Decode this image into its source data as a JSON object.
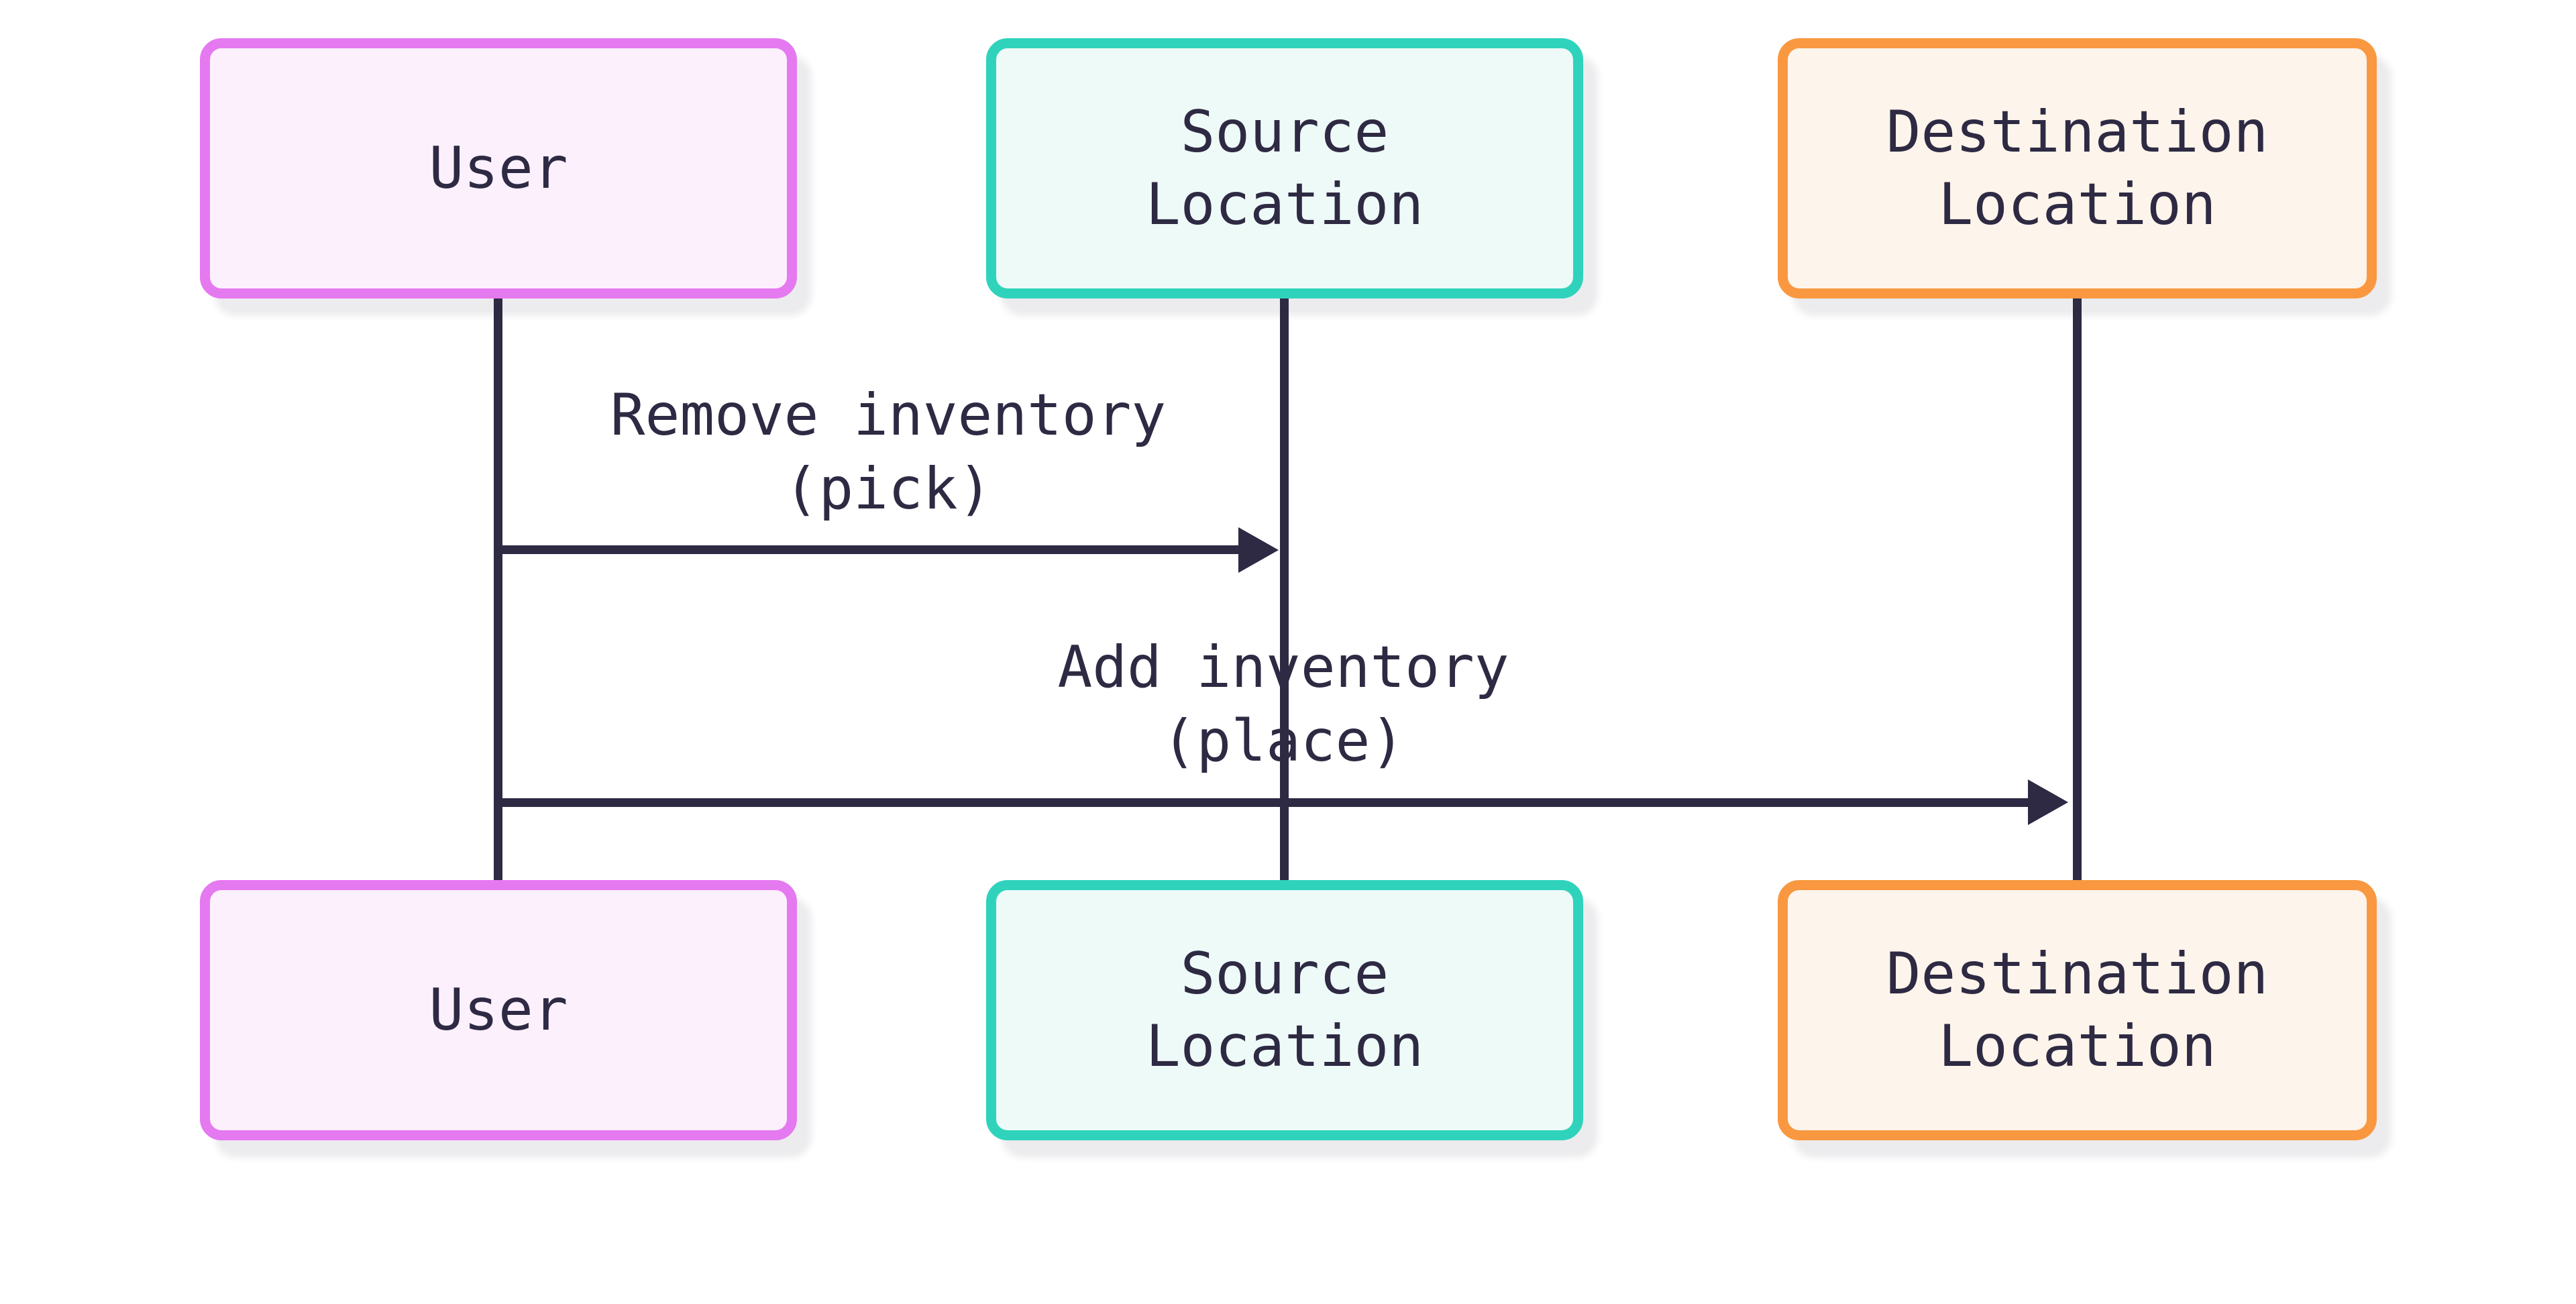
{
  "diagram": {
    "type": "sequence-diagram",
    "background_color": "#ffffff",
    "stroke_color": "#2e2a43",
    "shadow_color": "rgba(46,42,67,0.09)",
    "actors": [
      {
        "id": "user",
        "label": "User",
        "label_lines": [
          "User"
        ],
        "border_color": "#e579f0",
        "fill_color": "#fcf0fd"
      },
      {
        "id": "source-location",
        "label": "Source Location",
        "label_lines": [
          "Source",
          "Location"
        ],
        "border_color": "#2fd3bc",
        "fill_color": "#eefaf8"
      },
      {
        "id": "destination-location",
        "label": "Destination Location",
        "label_lines": [
          "Destination",
          "Location"
        ],
        "border_color": "#f99840",
        "fill_color": "#fdf4eb"
      }
    ],
    "messages": [
      {
        "from": "User",
        "to": "Source Location",
        "label": "Remove inventory (pick)",
        "label_lines": [
          "Remove inventory",
          "(pick)"
        ]
      },
      {
        "from": "User",
        "to": "Destination Location",
        "label": "Add inventory (place)",
        "label_lines": [
          "Add inventory",
          "(place)"
        ]
      }
    ]
  }
}
